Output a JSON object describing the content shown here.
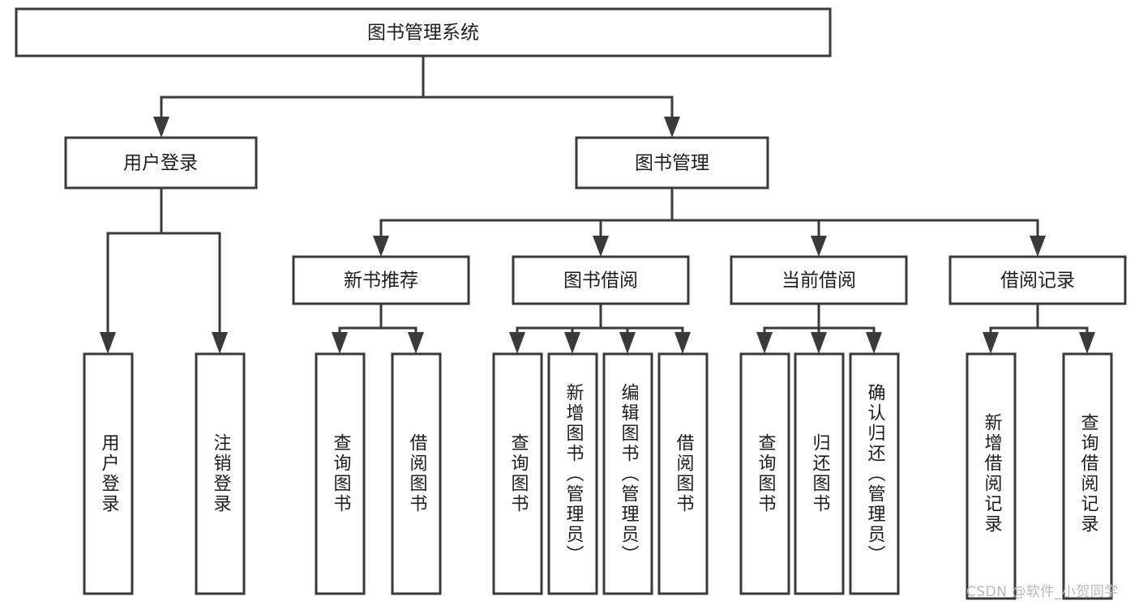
{
  "diagram": {
    "title_text": "图书管理系统",
    "type": "hierarchy-tree",
    "accent_color": "#3a3a3a",
    "box_fill": "#ffffff",
    "text_color": "#1d1d1d",
    "watermark": "CSDN @软件_小贺同学",
    "levels": {
      "root": {
        "label": "图书管理系统"
      },
      "level2": [
        {
          "label": "用户登录"
        },
        {
          "label": "图书管理"
        }
      ],
      "level3": [
        {
          "label": "新书推荐"
        },
        {
          "label": "图书借阅"
        },
        {
          "label": "当前借阅"
        },
        {
          "label": "借阅记录"
        }
      ],
      "leaves": {
        "user_login": [
          {
            "label": "用户登录"
          },
          {
            "label": "注销登录"
          }
        ],
        "new_book_recommend": [
          {
            "label": "查询图书"
          },
          {
            "label": "借阅图书"
          }
        ],
        "book_borrow": [
          {
            "label": "查询图书"
          },
          {
            "label": "新增图书（管理员）"
          },
          {
            "label": "编辑图书（管理员）"
          },
          {
            "label": "借阅图书"
          }
        ],
        "current_borrow": [
          {
            "label": "查询图书"
          },
          {
            "label": "归还图书"
          },
          {
            "label": "确认归还（管理员）"
          }
        ],
        "borrow_records": [
          {
            "label": "新增借阅记录"
          },
          {
            "label": "查询借阅记录"
          }
        ]
      }
    }
  }
}
